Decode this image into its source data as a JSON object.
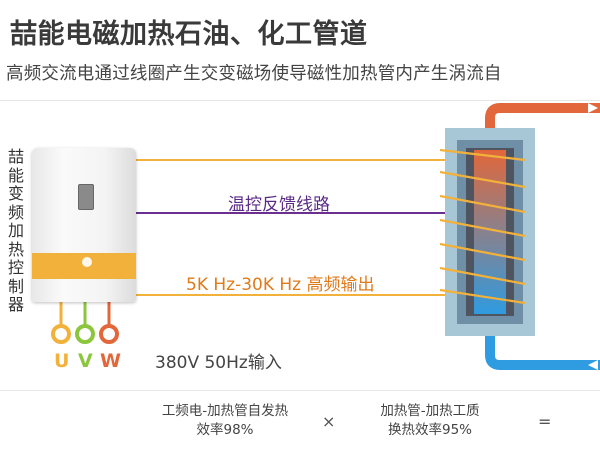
{
  "header": {
    "title": "喆能电磁加热石油、化工管道",
    "subtitle": "高频交流电通过线圈产生交变磁场使导磁性加热管内产生涡流自"
  },
  "controller": {
    "label_chars": [
      "喆",
      "能",
      "变",
      "频",
      "加",
      "热",
      "控",
      "制",
      "器"
    ]
  },
  "wires": {
    "feedback_label": "温控反馈线路",
    "hf_output_label": "5K Hz-30K Hz 高频输出",
    "input_label": "380V 50Hz输入"
  },
  "terminals": [
    {
      "letter": "U",
      "color": "#f2b13a"
    },
    {
      "letter": "V",
      "color": "#8cc63f"
    },
    {
      "letter": "W",
      "color": "#e2673a"
    }
  ],
  "footer": {
    "left_line1": "工频电-加热管自发热",
    "left_line2": "效率98%",
    "op1": "×",
    "mid_line1": "加热管-加热工质",
    "mid_line2": "换热效率95%",
    "op2": "="
  },
  "colors": {
    "orange_wire": "#f2b13a",
    "purple_wire": "#6b2f8f",
    "hot_pipe": "#e2673a",
    "cold_pipe": "#2f9be0",
    "insulation": "#a7c6d6"
  }
}
